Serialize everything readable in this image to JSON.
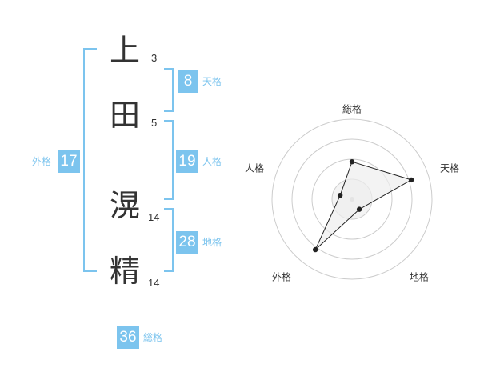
{
  "name": {
    "surname": [
      {
        "char": "上",
        "strokes": "3"
      },
      {
        "char": "田",
        "strokes": "5"
      }
    ],
    "given": [
      {
        "char": "滉",
        "strokes": "14"
      },
      {
        "char": "精",
        "strokes": "14"
      }
    ]
  },
  "kaku": {
    "tenkaku": {
      "value": "8",
      "label": "天格"
    },
    "jinkaku": {
      "value": "19",
      "label": "人格"
    },
    "chikaku": {
      "value": "28",
      "label": "地格"
    },
    "gaikaku": {
      "value": "17",
      "label": "外格"
    },
    "soukaku": {
      "value": "36",
      "label": "総格"
    }
  },
  "colors": {
    "accent": "#7cc4ee",
    "text": "#333333",
    "grid": "#cccccc",
    "fill": "#eeeeee"
  },
  "chart_data": {
    "type": "radar",
    "axes": [
      "総格",
      "天格",
      "地格",
      "外格",
      "人格"
    ],
    "values": [
      3,
      5,
      1,
      5,
      1
    ],
    "max": 5,
    "grid_rings": 4
  }
}
